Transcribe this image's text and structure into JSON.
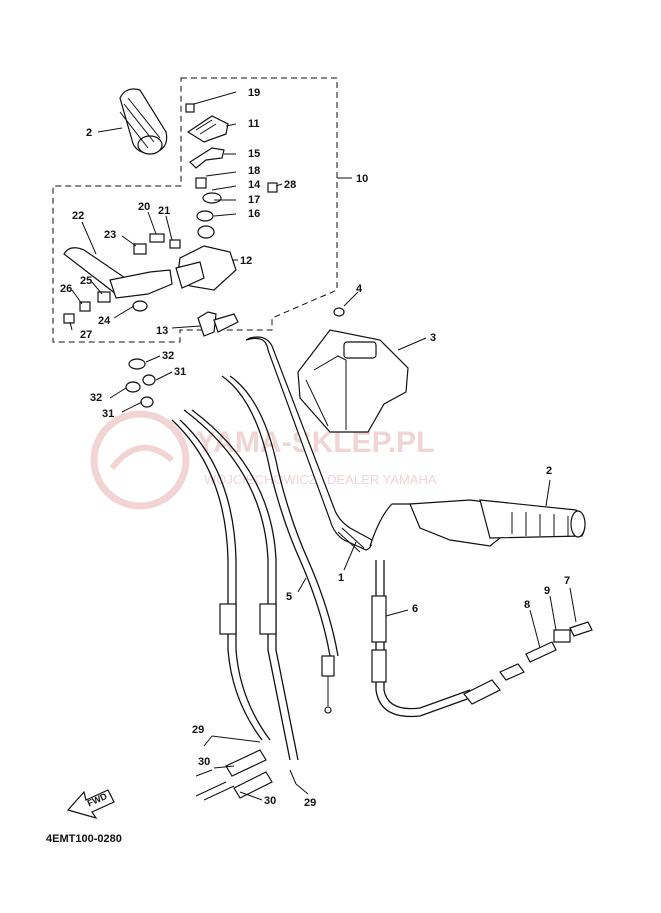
{
  "diagram_code": "4EMT100-0280",
  "watermark": {
    "brand": "YAMA-SKLEP.PL",
    "subtitle": "WOJCIECHOWICZ | DEALER YAMAHA"
  },
  "fwd_label": "FWD",
  "callouts": {
    "p1": "1",
    "p2a": "2",
    "p2b": "2",
    "p3": "3",
    "p4": "4",
    "p5": "5",
    "p6": "6",
    "p7": "7",
    "p8": "8",
    "p9": "9",
    "p10": "10",
    "p11": "11",
    "p12": "12",
    "p13": "13",
    "p14": "14",
    "p15": "15",
    "p16": "16",
    "p17": "17",
    "p18": "18",
    "p19": "19",
    "p20": "20",
    "p21": "21",
    "p22": "22",
    "p23": "23",
    "p24": "24",
    "p25": "25",
    "p26": "26",
    "p27": "27",
    "p28": "28",
    "p29a": "29",
    "p29b": "29",
    "p30a": "30",
    "p30b": "30",
    "p31a": "31",
    "p31b": "31",
    "p32a": "32",
    "p32b": "32"
  },
  "colors": {
    "line": "#111111",
    "watermark": "#e9b8b8"
  }
}
